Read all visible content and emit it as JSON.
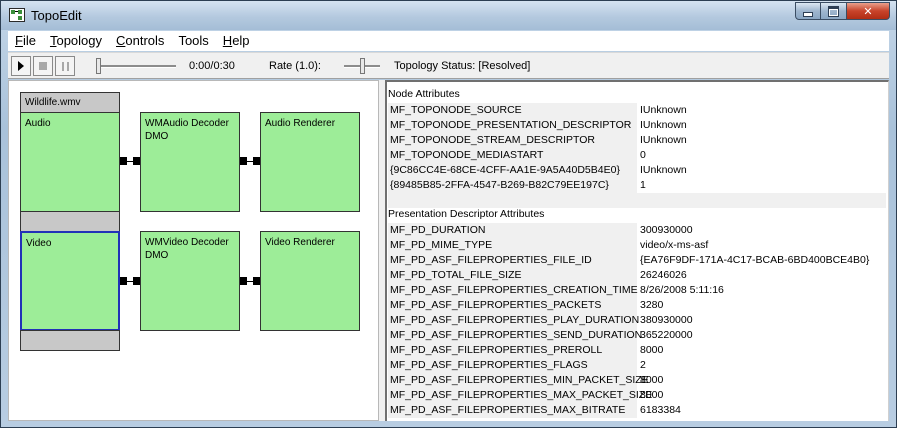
{
  "window": {
    "title": "TopoEdit"
  },
  "menu": [
    {
      "label": "File",
      "key": "F",
      "rest": "ile"
    },
    {
      "label": "Topology",
      "key": "T",
      "rest": "opology"
    },
    {
      "label": "Controls",
      "key": "C",
      "rest": "ontrols"
    },
    {
      "label": "Tools",
      "key": "",
      "rest": "Tools"
    },
    {
      "label": "Help",
      "key": "H",
      "rest": "elp"
    }
  ],
  "toolbar": {
    "time": "0:00/0:30",
    "rate": "Rate (1.0):",
    "status": "Topology Status: [Resolved]"
  },
  "graph": {
    "source": {
      "file": "Wildlife.wmv",
      "audio": "Audio",
      "video": "Video"
    },
    "audio_decoder": "WMAudio Decoder\nDMO",
    "audio_renderer": "Audio Renderer",
    "video_decoder": "WMVideo Decoder\nDMO",
    "video_renderer": "Video Renderer"
  },
  "node_attributes": {
    "title": "Node Attributes",
    "rows": [
      {
        "name": "MF_TOPONODE_SOURCE",
        "value": "IUnknown"
      },
      {
        "name": "MF_TOPONODE_PRESENTATION_DESCRIPTOR",
        "value": "IUnknown"
      },
      {
        "name": "MF_TOPONODE_STREAM_DESCRIPTOR",
        "value": "IUnknown"
      },
      {
        "name": "MF_TOPONODE_MEDIASTART",
        "value": "0"
      },
      {
        "name": "{9C86CC4E-68CE-4CFF-AA1E-9A5A40D5B4E0}",
        "value": "IUnknown"
      },
      {
        "name": "{89485B85-2FFA-4547-B269-B82C79EE197C}",
        "value": "1"
      }
    ]
  },
  "pd_attributes": {
    "title": "Presentation Descriptor Attributes",
    "rows": [
      {
        "name": "MF_PD_DURATION",
        "value": "300930000"
      },
      {
        "name": "MF_PD_MIME_TYPE",
        "value": "video/x-ms-asf"
      },
      {
        "name": "MF_PD_ASF_FILEPROPERTIES_FILE_ID",
        "value": "{EA76F9DF-171A-4C17-BCAB-6BD400BCE4B0}"
      },
      {
        "name": "MF_PD_TOTAL_FILE_SIZE",
        "value": "26246026"
      },
      {
        "name": "MF_PD_ASF_FILEPROPERTIES_CREATION_TIME",
        "value": "8/26/2008 5:11:16"
      },
      {
        "name": "MF_PD_ASF_FILEPROPERTIES_PACKETS",
        "value": "3280"
      },
      {
        "name": "MF_PD_ASF_FILEPROPERTIES_PLAY_DURATION",
        "value": "380930000"
      },
      {
        "name": "MF_PD_ASF_FILEPROPERTIES_SEND_DURATION",
        "value": "365220000"
      },
      {
        "name": "MF_PD_ASF_FILEPROPERTIES_PREROLL",
        "value": "8000"
      },
      {
        "name": "MF_PD_ASF_FILEPROPERTIES_FLAGS",
        "value": "2"
      },
      {
        "name": "MF_PD_ASF_FILEPROPERTIES_MIN_PACKET_SIZE",
        "value": "8000"
      },
      {
        "name": "MF_PD_ASF_FILEPROPERTIES_MAX_PACKET_SIZE",
        "value": "8000"
      },
      {
        "name": "MF_PD_ASF_FILEPROPERTIES_MAX_BITRATE",
        "value": "6183384"
      }
    ]
  }
}
